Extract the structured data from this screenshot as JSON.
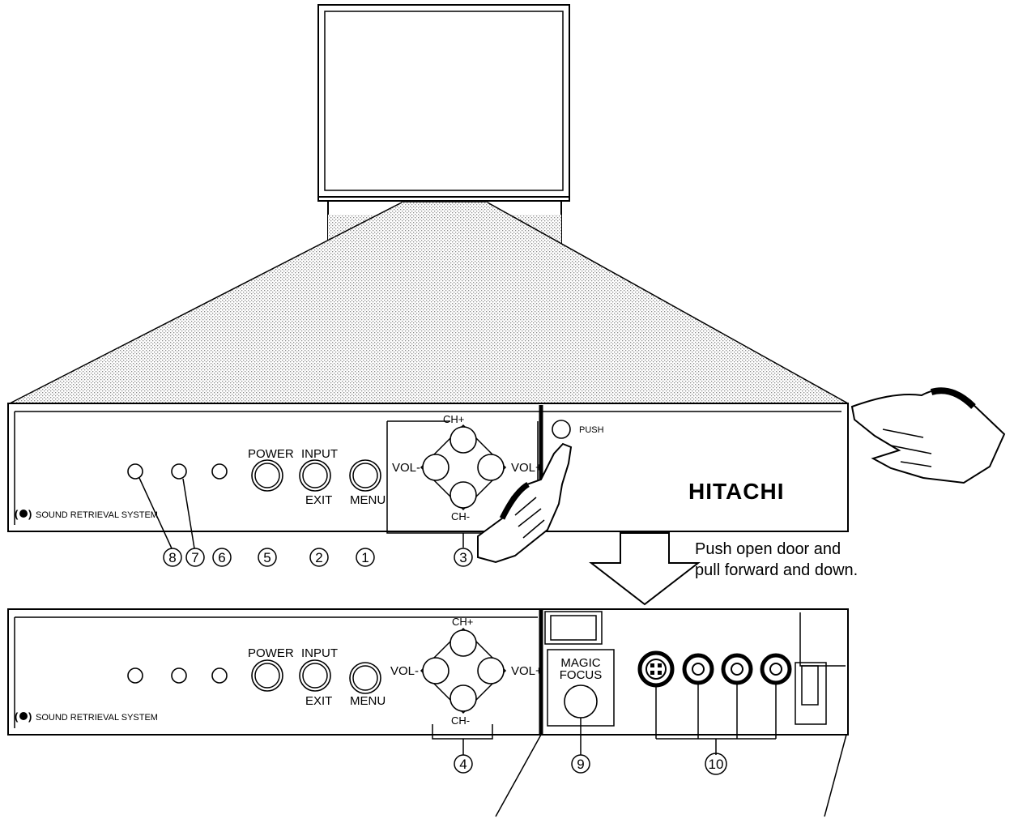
{
  "panel": {
    "srs_label": "SOUND RETRIEVAL SYSTEM",
    "power_label": "POWER",
    "input_label": "INPUT",
    "exit_label": "EXIT",
    "menu_label": "MENU",
    "ch_plus_label": "CH+",
    "ch_minus_label": "CH-",
    "vol_minus_label": "VOL-",
    "vol_plus_label": "VOL+",
    "push_label": "PUSH",
    "brand": "HITACHI",
    "magic_focus_line1": "MAGIC",
    "magic_focus_line2": "FOCUS"
  },
  "callouts": {
    "c8": "8",
    "c7": "7",
    "c6": "6",
    "c5": "5",
    "c2": "2",
    "c1": "1",
    "c3": "3",
    "c4": "4",
    "c9": "9",
    "c10": "10"
  },
  "instruction": {
    "line1": "Push open door and",
    "line2": "pull forward and down."
  }
}
